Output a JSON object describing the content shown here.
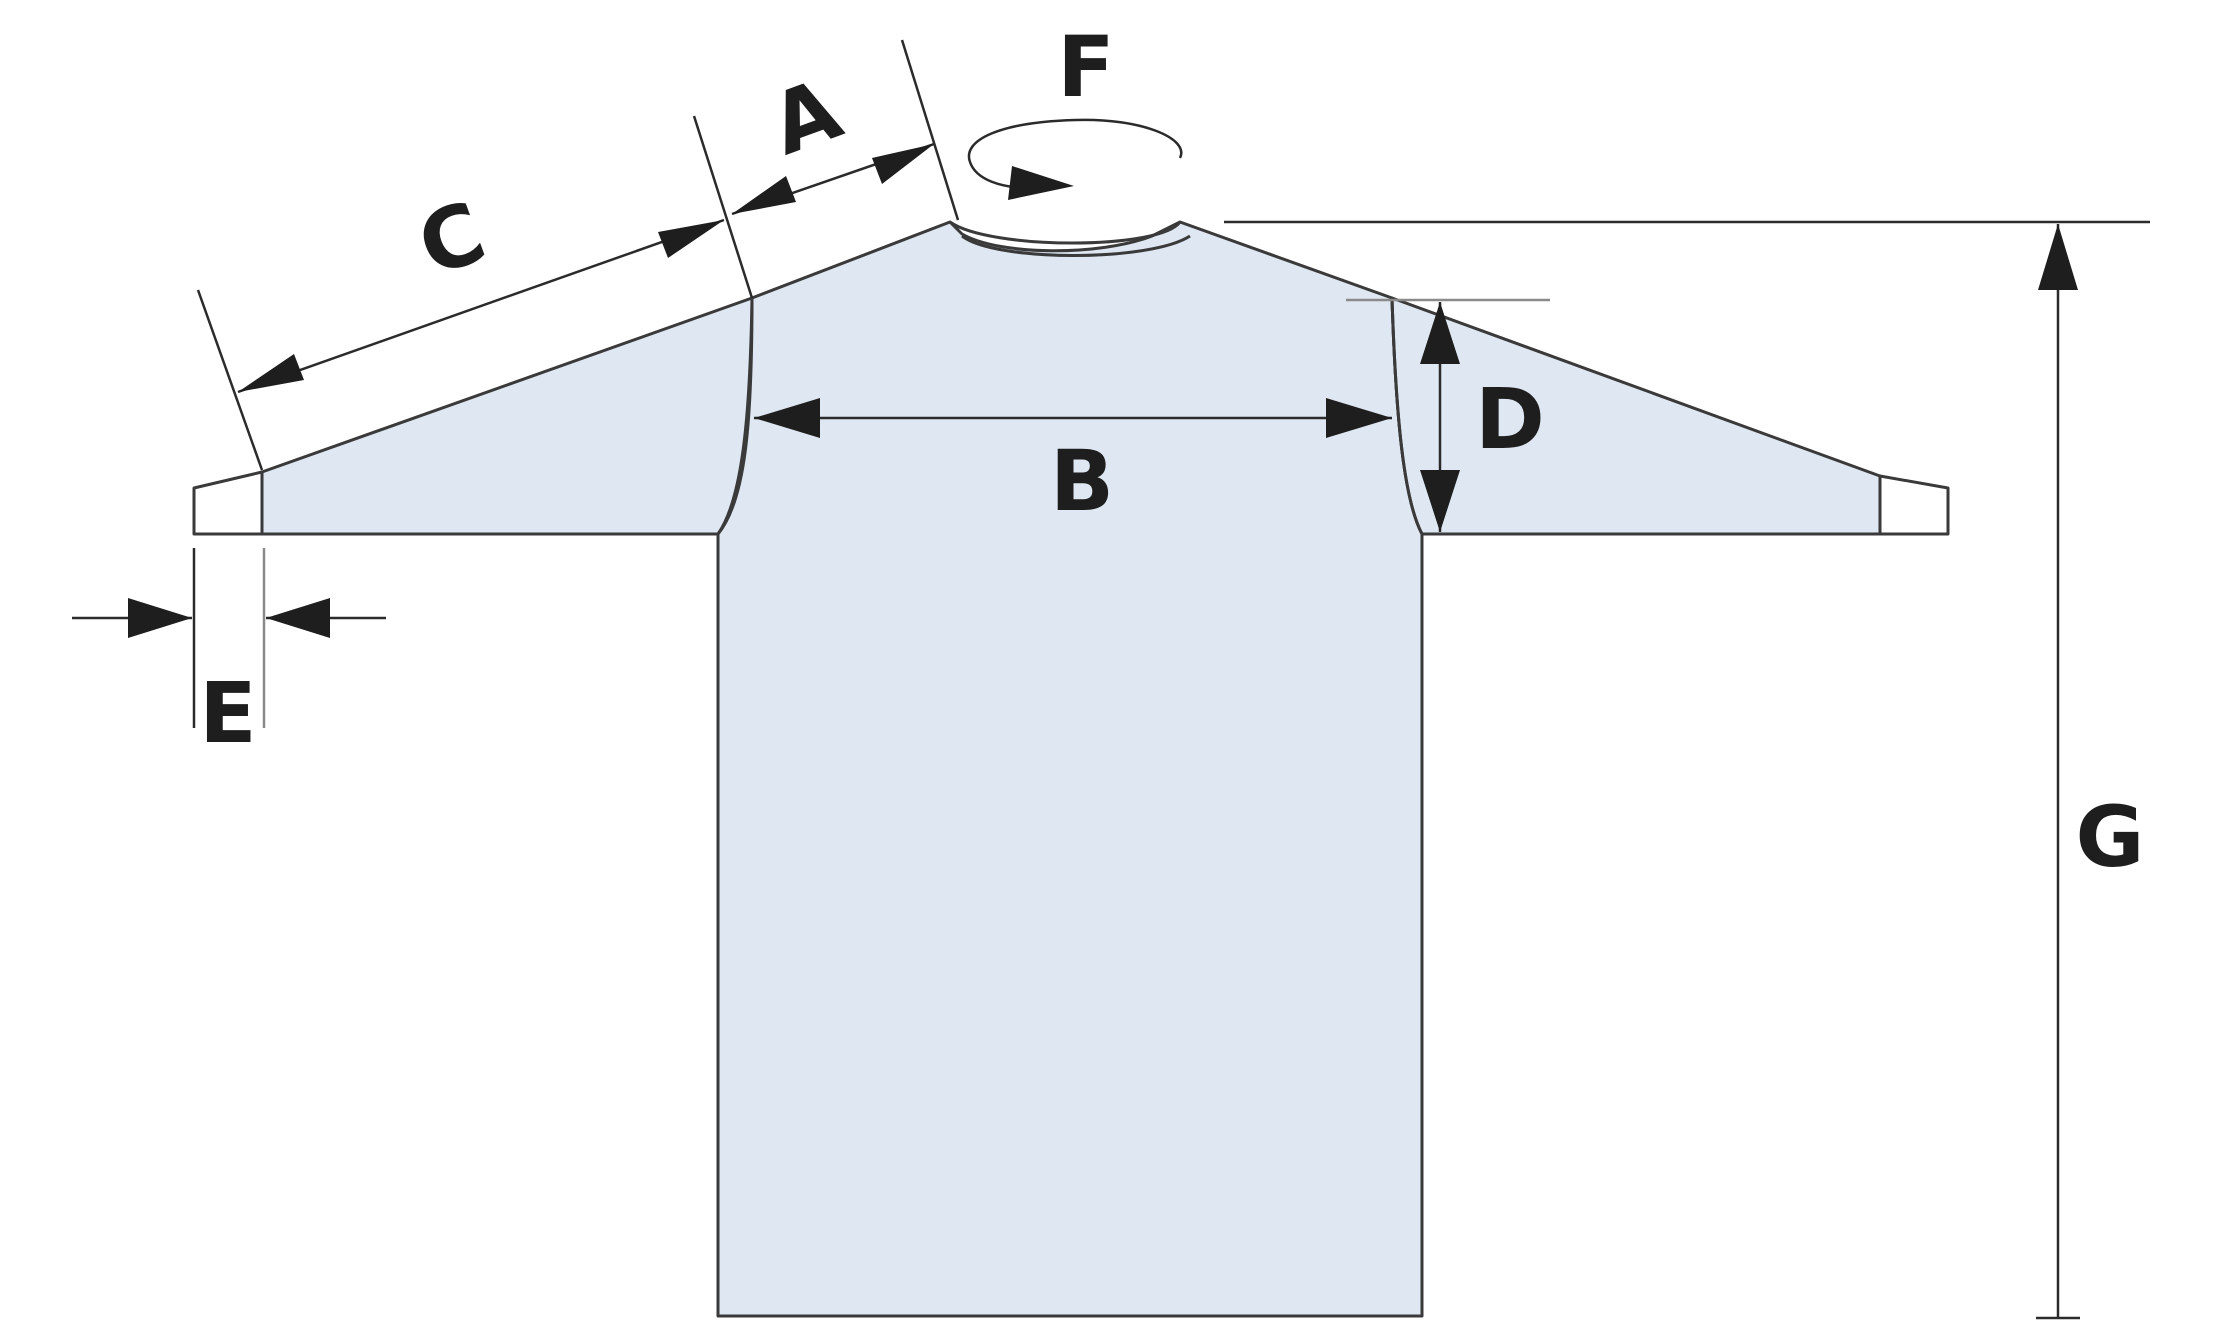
{
  "diagram": {
    "colors": {
      "garment_fill": "#dfe7f2",
      "outline": "#3a3a3a",
      "arrow": "#1e1e1e"
    },
    "labels": {
      "a": "A",
      "b": "B",
      "c": "C",
      "d": "D",
      "e": "E",
      "f": "F",
      "g": "G"
    }
  }
}
